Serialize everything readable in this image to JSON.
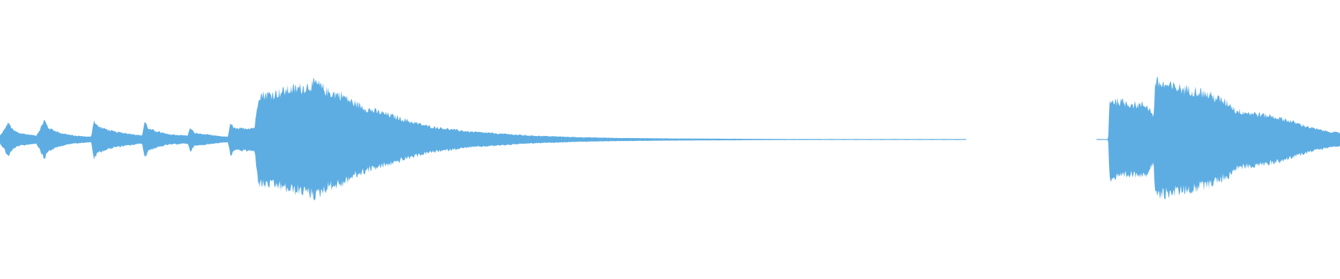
{
  "waveform": {
    "color": "#5dade2",
    "background": "#ffffff",
    "amplitude_envelope": [
      [
        0.0,
        0.03
      ],
      [
        0.003,
        0.07
      ],
      [
        0.006,
        0.13
      ],
      [
        0.01,
        0.07
      ],
      [
        0.014,
        0.05
      ],
      [
        0.02,
        0.04
      ],
      [
        0.027,
        0.03
      ],
      [
        0.03,
        0.08
      ],
      [
        0.033,
        0.15
      ],
      [
        0.036,
        0.09
      ],
      [
        0.045,
        0.05
      ],
      [
        0.055,
        0.03
      ],
      [
        0.068,
        0.02
      ],
      [
        0.07,
        0.15
      ],
      [
        0.073,
        0.1
      ],
      [
        0.085,
        0.06
      ],
      [
        0.1,
        0.04
      ],
      [
        0.106,
        0.03
      ],
      [
        0.108,
        0.14
      ],
      [
        0.111,
        0.08
      ],
      [
        0.125,
        0.04
      ],
      [
        0.14,
        0.03
      ],
      [
        0.142,
        0.09
      ],
      [
        0.145,
        0.05
      ],
      [
        0.16,
        0.03
      ],
      [
        0.17,
        0.02
      ],
      [
        0.172,
        0.12
      ],
      [
        0.176,
        0.08
      ],
      [
        0.19,
        0.09
      ],
      [
        0.193,
        0.34
      ],
      [
        0.205,
        0.35
      ],
      [
        0.215,
        0.38
      ],
      [
        0.228,
        0.4
      ],
      [
        0.236,
        0.43
      ],
      [
        0.245,
        0.36
      ],
      [
        0.255,
        0.34
      ],
      [
        0.262,
        0.29
      ],
      [
        0.275,
        0.23
      ],
      [
        0.29,
        0.19
      ],
      [
        0.305,
        0.14
      ],
      [
        0.32,
        0.1
      ],
      [
        0.335,
        0.08
      ],
      [
        0.35,
        0.06
      ],
      [
        0.365,
        0.05
      ],
      [
        0.38,
        0.04
      ],
      [
        0.395,
        0.03
      ],
      [
        0.41,
        0.025
      ],
      [
        0.43,
        0.018
      ],
      [
        0.46,
        0.012
      ],
      [
        0.5,
        0.008
      ],
      [
        0.54,
        0.006
      ],
      [
        0.58,
        0.004
      ],
      [
        0.615,
        0.003
      ],
      [
        0.65,
        0.003
      ],
      [
        0.685,
        0.002
      ],
      [
        0.7,
        0.002
      ],
      [
        0.72,
        0.001
      ],
      [
        0.82,
        0.001
      ],
      [
        0.827,
        0.0
      ],
      [
        0.828,
        0.3
      ],
      [
        0.835,
        0.29
      ],
      [
        0.845,
        0.27
      ],
      [
        0.856,
        0.26
      ],
      [
        0.861,
        0.18
      ],
      [
        0.862,
        0.44
      ],
      [
        0.872,
        0.41
      ],
      [
        0.882,
        0.39
      ],
      [
        0.894,
        0.37
      ],
      [
        0.905,
        0.33
      ],
      [
        0.918,
        0.27
      ],
      [
        0.922,
        0.22
      ],
      [
        0.935,
        0.2
      ],
      [
        0.948,
        0.18
      ],
      [
        0.96,
        0.15
      ],
      [
        0.972,
        0.11
      ],
      [
        0.982,
        0.08
      ],
      [
        0.992,
        0.06
      ],
      [
        1.0,
        0.05
      ]
    ],
    "gaps": [
      [
        0.721,
        0.819
      ]
    ]
  }
}
